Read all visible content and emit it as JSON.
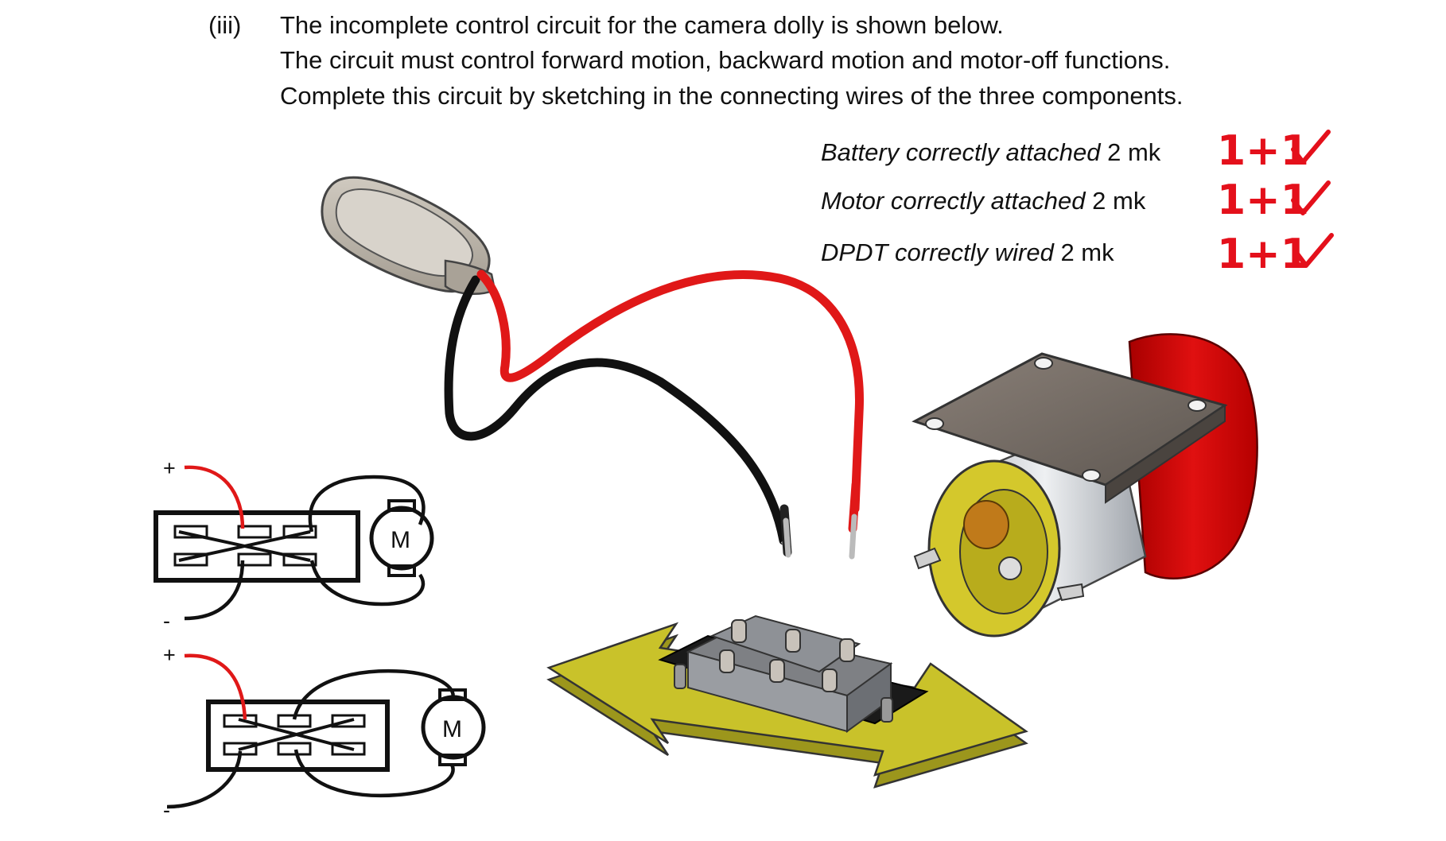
{
  "question": {
    "number": "(iii)",
    "lines": [
      "The incomplete control circuit for the camera dolly is shown below.",
      "The circuit must control forward motion, backward motion and motor-off functions.",
      "Complete this circuit by sketching in the connecting wires of the three components."
    ]
  },
  "marking": [
    {
      "criterion": "Battery correctly attached",
      "marks": "2 mk",
      "score": "1+1"
    },
    {
      "criterion": "Motor correctly attached",
      "marks": "2 mk",
      "score": "1+1"
    },
    {
      "criterion": "DPDT  correctly wired",
      "marks": "2 mk",
      "score": "1+1"
    }
  ],
  "diagrams": {
    "plus": "+",
    "minus": "-",
    "motor": "M"
  },
  "colors": {
    "marking_red": "#e4101b",
    "wire_red": "#e01818",
    "wire_black": "#111111",
    "arrow_yellow": "#c9c22a",
    "motor_can_red": "#d40a0a",
    "motor_end_yellow": "#d4c82c"
  }
}
